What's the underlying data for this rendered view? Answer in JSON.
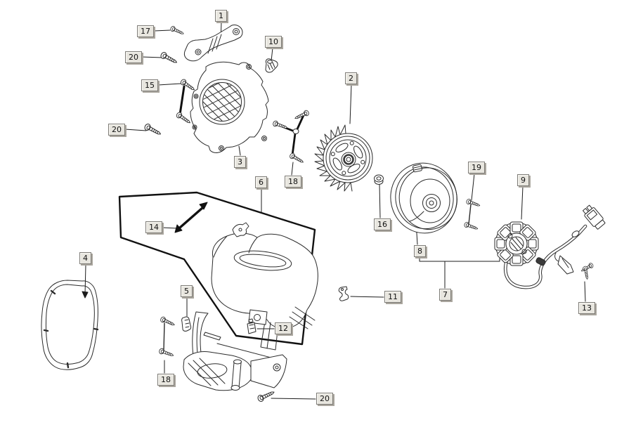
{
  "diagram": {
    "kind": "exploded-parts-diagram",
    "background_color": "#ffffff",
    "line_color": "#2b2b2b",
    "callout_box": {
      "fill": "#e8e6df",
      "border": "#7d7b76",
      "shadow": "#aaa69e",
      "text_color": "#111111"
    },
    "callouts": [
      {
        "label": "1"
      },
      {
        "label": "17"
      },
      {
        "label": "20"
      },
      {
        "label": "10"
      },
      {
        "label": "15"
      },
      {
        "label": "20"
      },
      {
        "label": "3"
      },
      {
        "label": "2"
      },
      {
        "label": "18"
      },
      {
        "label": "6"
      },
      {
        "label": "16"
      },
      {
        "label": "19"
      },
      {
        "label": "9"
      },
      {
        "label": "14"
      },
      {
        "label": "8"
      },
      {
        "label": "7"
      },
      {
        "label": "13"
      },
      {
        "label": "4"
      },
      {
        "label": "5"
      },
      {
        "label": "12"
      },
      {
        "label": "11"
      },
      {
        "label": "18"
      },
      {
        "label": "20"
      }
    ]
  }
}
